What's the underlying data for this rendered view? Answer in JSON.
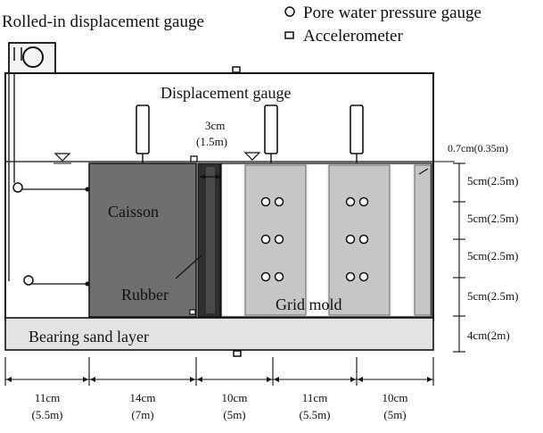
{
  "legend": {
    "rolled_gauge": "Rolled-in displacement gauge",
    "pore": "Pore water pressure gauge",
    "accel": "Accelerometer"
  },
  "labels": {
    "displacement_gauge": "Displacement gauge",
    "caisson": "Caisson",
    "rubber": "Rubber",
    "grid_mold": "Grid mold",
    "bearing": "Bearing sand layer",
    "gap_cm": "3cm",
    "gap_m": "(1.5m)",
    "top_layer": "0.7cm(0.35m)"
  },
  "right_dims": [
    "5cm(2.5m)",
    "5cm(2.5m)",
    "5cm(2.5m)",
    "5cm(2.5m)",
    "4cm(2m)"
  ],
  "bottom_dims": [
    {
      "cm": "11cm",
      "m": "(5.5m)"
    },
    {
      "cm": "14cm",
      "m": "(7m)"
    },
    {
      "cm": "10cm",
      "m": "(5m)"
    },
    {
      "cm": "11cm",
      "m": "(5.5m)"
    },
    {
      "cm": "10cm",
      "m": "(5m)"
    }
  ]
}
